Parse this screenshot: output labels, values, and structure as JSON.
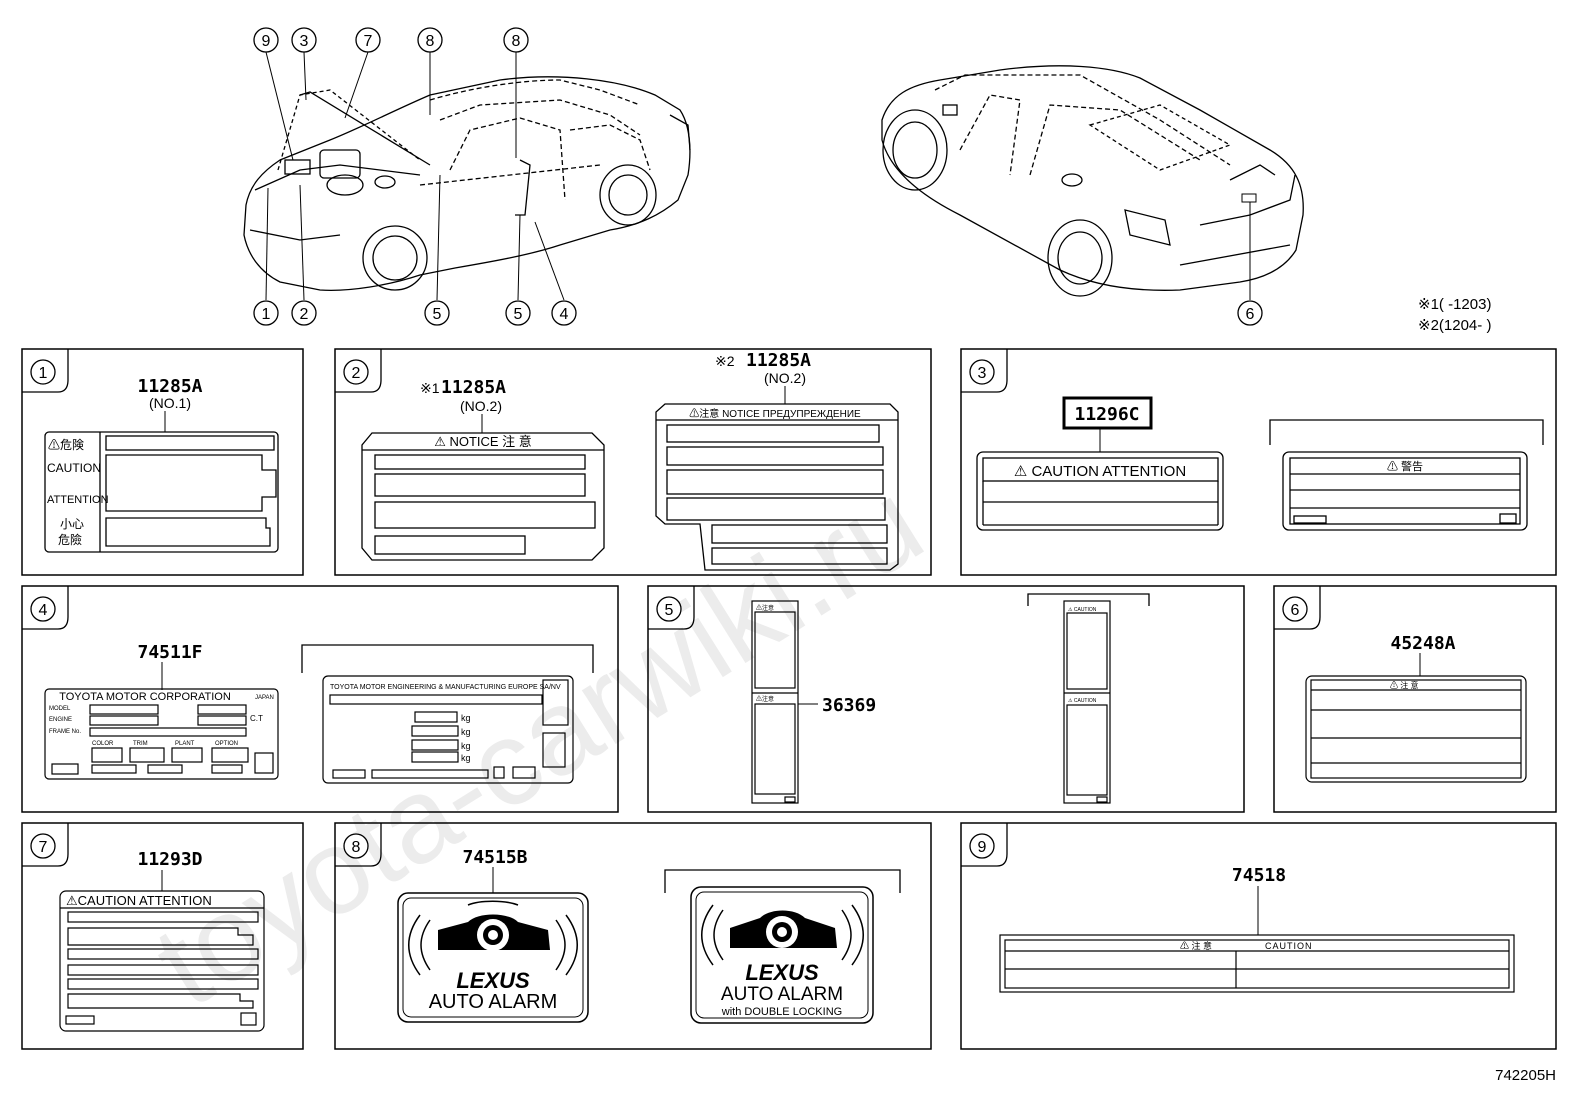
{
  "diagram_code": "742205H",
  "watermark": "toyota-carwiki.ru",
  "notes": {
    "n1": "※1(      -1203)",
    "n2": "※2(1204-      )"
  },
  "callouts": {
    "front": [
      "9",
      "3",
      "7",
      "8",
      "8",
      "1",
      "2",
      "5",
      "5",
      "4"
    ],
    "rear": [
      "6"
    ]
  },
  "panels": [
    {
      "num": "1",
      "parts": [
        {
          "pn": "11285A",
          "sub": "(NO.1)"
        }
      ],
      "label_text": [
        "⚠危険",
        "CAUTION",
        "ATTENTION",
        "小心",
        "危險"
      ]
    },
    {
      "num": "2",
      "parts": [
        {
          "prefix": "※1",
          "pn": "11285A",
          "sub": "(NO.2)",
          "label": "⚠ NOTICE  注 意"
        },
        {
          "prefix": "※2",
          "pn": "11285A",
          "sub": "(NO.2)",
          "label": "⚠注意 NOTICE ПРЕДУПРЕЖДЕНИЕ"
        }
      ]
    },
    {
      "num": "3",
      "parts": [
        {
          "pn": "11296C",
          "label": "⚠  CAUTION ATTENTION"
        },
        {
          "label": "⚠ 警告"
        }
      ]
    },
    {
      "num": "4",
      "parts": [
        {
          "pn": "74511F",
          "label": "TOYOTA  MOTOR  CORPORATION",
          "corner": "JAPAN",
          "rows": [
            "MODEL",
            "ENGINE",
            "FRAME No."
          ],
          "cols": [
            "COLOR",
            "TRIM",
            "PLANT",
            "OPTION"
          ],
          "unit": "C.T"
        },
        {
          "label": "TOYOTA MOTOR ENGINEERING & MANUFACTURING EUROPE SA/NV",
          "unit": "kg"
        }
      ]
    },
    {
      "num": "5",
      "parts": [
        {
          "pn": "36369",
          "label": "⚠注意"
        },
        {
          "label": "⚠ CAUTION"
        }
      ]
    },
    {
      "num": "6",
      "parts": [
        {
          "pn": "45248A",
          "label": "⚠ 注 意"
        }
      ]
    },
    {
      "num": "7",
      "parts": [
        {
          "pn": "11293D",
          "label": "⚠CAUTION    ATTENTION"
        }
      ]
    },
    {
      "num": "8",
      "parts": [
        {
          "pn": "74515B",
          "brand": "LEXUS",
          "line1": "AUTO ALARM"
        },
        {
          "brand": "LEXUS",
          "line1": "AUTO ALARM",
          "line2": "with DOUBLE LOCKING"
        }
      ]
    },
    {
      "num": "9",
      "parts": [
        {
          "pn": "74518",
          "label_left": "⚠ 注 意",
          "label_right": "CAUTION"
        }
      ]
    }
  ]
}
